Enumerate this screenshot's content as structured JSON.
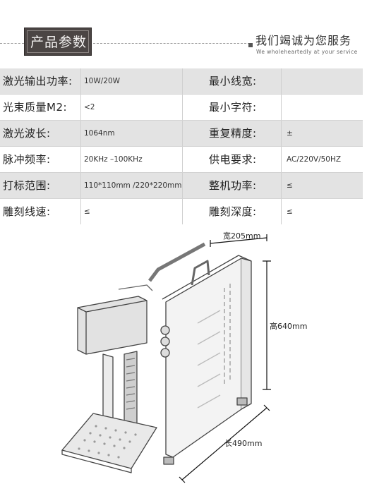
{
  "header": {
    "title": "产品参数",
    "slogan_cn": "我们竭诚为您服务",
    "slogan_en": "We wholeheartedly at your service"
  },
  "specs": [
    {
      "l1": "激光输出功率:",
      "v1": "10W/20W",
      "l2": "最小线宽:",
      "v2": ""
    },
    {
      "l1": "光束质量M2:",
      "v1": "<2",
      "l2": "最小字符:",
      "v2": ""
    },
    {
      "l1": "激光波长:",
      "v1": "1064nm",
      "l2": "重复精度:",
      "v2": "±"
    },
    {
      "l1": "脉冲频率:",
      "v1": "20KHz –100KHz",
      "l2": "供电要求:",
      "v2": "AC/220V/50HZ"
    },
    {
      "l1": "打标范围:",
      "v1": "110*110mm /220*220mm",
      "l2": "整机功率:",
      "v2": "≤"
    },
    {
      "l1": "雕刻线速:",
      "v1": "≤",
      "l2": "雕刻深度:",
      "v2": "≤"
    }
  ],
  "diagram": {
    "width_label": "宽205mm",
    "height_label": "高640mm",
    "length_label": "长490mm"
  }
}
